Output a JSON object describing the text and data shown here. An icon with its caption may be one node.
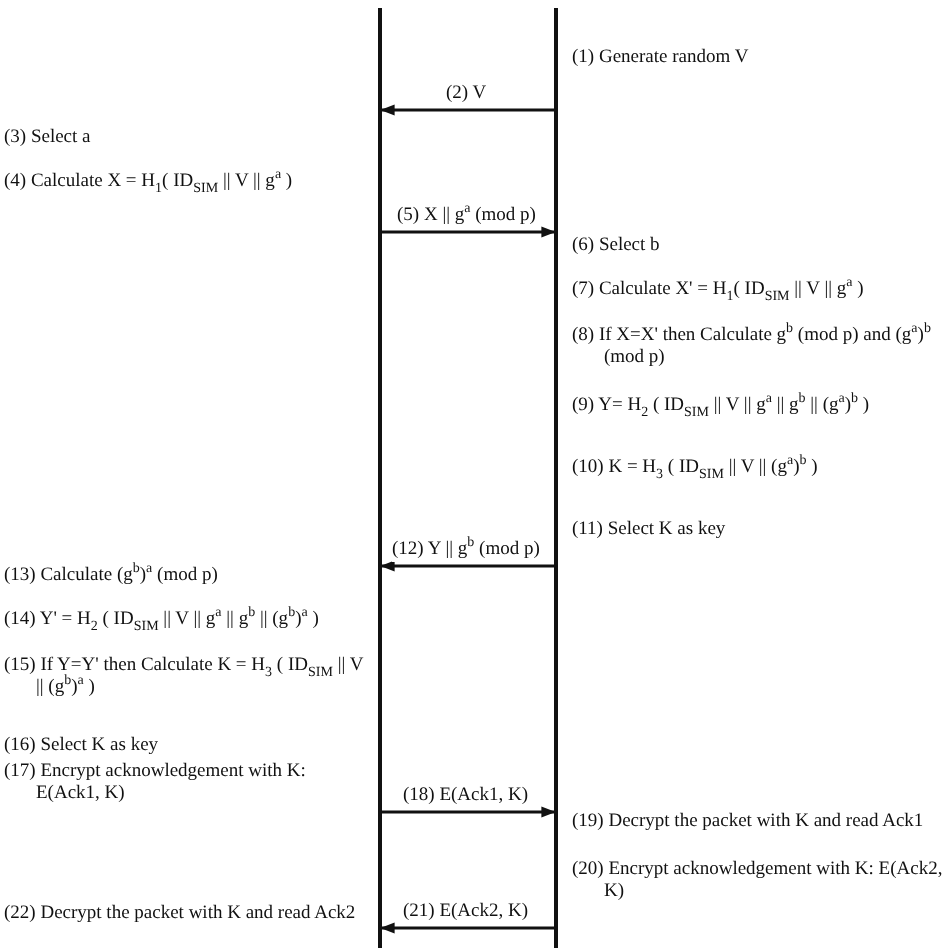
{
  "diagram": {
    "nodes": [
      {
        "text": [],
        "shape": "bar"
      },
      {
        "text": [],
        "shape": "bar"
      }
    ],
    "edges": [
      {
        "from": 1,
        "to": 0,
        "arrow": "to",
        "label": "(2) V"
      },
      {
        "from": 0,
        "to": 1,
        "arrow": "to",
        "label": "(5) X || g$^{a}$ (mod p)"
      },
      {
        "from": 1,
        "to": 0,
        "arrow": "to",
        "label": "(12) Y || g$^{b}$ (mod p)"
      },
      {
        "from": 0,
        "to": 1,
        "arrow": "to",
        "label": "(18) E(Ack1, K)"
      },
      {
        "from": 1,
        "to": 0,
        "arrow": "to",
        "label": "(21) E(Ack2, K)"
      }
    ],
    "labels": [
      "(1) Generate random V",
      "(3) Select a",
      "(4) Calculate X = H$_{1}$( ID$_{SIM}$ || V || g$^{a}$ )",
      "(6) Select b",
      "(7) Calculate X' = H$_{1}$( ID$_{SIM}$ || V || g$^{a}$ )",
      "(8) If X=X' then Calculate g$^{b}$ (mod p) and (g$^{a}$)$^{b}$ (mod p)",
      "(9) Y= H$_{2}$ ( ID$_{SIM}$ || V || g$^{a}$ || g$^{b}$ || (g$^{a}$)$^{b}$ )",
      "(10) K = H$_{3}$ ( ID$_{SIM}$ || V || (g$^{a}$)$^{b}$ )",
      "(11) Select K as key",
      "(13) Calculate (g$^{b}$)$^{a}$ (mod p)",
      "(14) Y' = H$_{2}$ ( ID$_{SIM}$ || V || g$^{a}$ || g$^{b}$ || (g$^{b}$)$^{a}$ )",
      "(15) If Y=Y' then Calculate K = H$_{3}$ ( ID$_{SIM}$ || V || (g$^{b}$)$^{a}$ )",
      "(16) Select K as key",
      "(17) Encrypt acknowledgement with K: E(Ack1, K)",
      "(19) Decrypt the packet with K and read Ack1",
      "(20) Encrypt acknowledgement with K: E(Ack2, K)",
      "(22) Decrypt the packet with K and read Ack2"
    ]
  }
}
